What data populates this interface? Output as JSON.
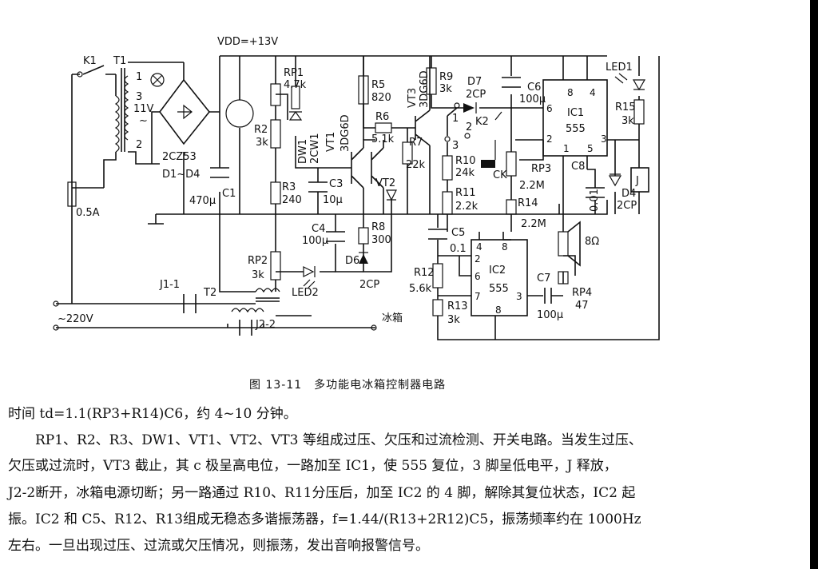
{
  "figure": {
    "caption": "图 13-11　多功能电冰箱控制器电路",
    "labels": {
      "k1": "K1",
      "t1": "T1",
      "n1": "1",
      "n3": "3",
      "n2": "2",
      "v11": "11V",
      "tilde": "~",
      "vdd": "VDD=+13V",
      "rp1": "RP1",
      "rp1v": "4.7k",
      "r2": "R2",
      "r2v": "3k",
      "dw1": "DW1",
      "dw1type": "2CW1",
      "r3": "R3",
      "r3v": "240",
      "c3": "C3",
      "c3v": "10μ",
      "c1v": "470μ",
      "c1": "C1",
      "bridge": "2CZ53",
      "d1d4": "D1~D4",
      "fuse": "0.5A",
      "vt1": "VT1",
      "vt1type": "3DG6D",
      "vt2": "VT2",
      "r5": "R5",
      "r5v": "820",
      "r6": "R6",
      "r6v": "5.1k",
      "vt3": "VT3",
      "vt3type": "3DG6D",
      "r7": "R7",
      "r7v": "22k",
      "r9": "R9",
      "r9v": "3k",
      "d7": "D7",
      "d7type": "2CP",
      "k2": "K2",
      "sw1": "1",
      "sw2": "2",
      "sw3": "3",
      "r10": "R10",
      "r10v": "24k",
      "ck": "CK",
      "r11": "R11",
      "r11v": "2.2k",
      "c6": "C6",
      "c6v": "100μ",
      "ic1": "IC1",
      "ic1t": "555",
      "p6": "6",
      "p4": "4",
      "p8": "8",
      "p2": "2",
      "p1": "1",
      "p5": "5",
      "p3": "3",
      "rp3": "RP3",
      "rp3v": "2.2M",
      "r14": "R14",
      "r14v": "2.2M",
      "c8": "C8",
      "c8v": "0.01",
      "led1": "LED1",
      "r15": "R15",
      "r15v": "3k",
      "relay": "J",
      "d4": "D4",
      "d4type": "2CP",
      "c4": "C4",
      "c4v": "100μ",
      "r8": "R8",
      "r8v": "300",
      "d6": "D6",
      "d6type": "2CP",
      "rp2": "RP2",
      "rp2v": "3k",
      "led2": "LED2",
      "c5": "C5",
      "c5v": "0.1",
      "r12": "R12",
      "r12v": "5.6k",
      "r13": "R13",
      "r13v": "3k",
      "ic2": "IC2",
      "ic2t": "555",
      "q4": "4",
      "q8": "8",
      "q2": "2",
      "q6": "6",
      "q7": "7",
      "q3": "3",
      "q8b": "8",
      "c7": "C7",
      "c7v": "100μ",
      "rp4": "RP4",
      "rp4v": "47",
      "spk": "8Ω",
      "j11": "J1-1",
      "t2": "T2",
      "j22": "J2-2",
      "ac": "~220V",
      "fridge": "冰箱"
    }
  },
  "text": {
    "line1": "时间 td=1.1(RP3+R14)C6，约 4~10 分钟。",
    "line2": "　　RP1、R2、R3、DW1、VT1、VT2、VT3 等组成过压、欠压和过流检测、开关电路。当发生过压、",
    "line3": "欠压或过流时，VT3 截止，其 c 极呈高电位，一路加至 IC1，使 555 复位，3 脚呈低电平，J 释放，",
    "line4": "J2-2断开，冰箱电源切断；另一路通过 R10、R11分压后，加至 IC2 的 4 脚，解除其复位状态，IC2 起",
    "line5": "振。IC2 和 C5、R12、R13组成无稳态多谐振荡器，f=1.44/(R13+2R12)C5，振荡频率约在 1000Hz",
    "line6": "左右。一旦出现过压、过流或欠压情况，则振荡，发出音响报警信号。"
  }
}
